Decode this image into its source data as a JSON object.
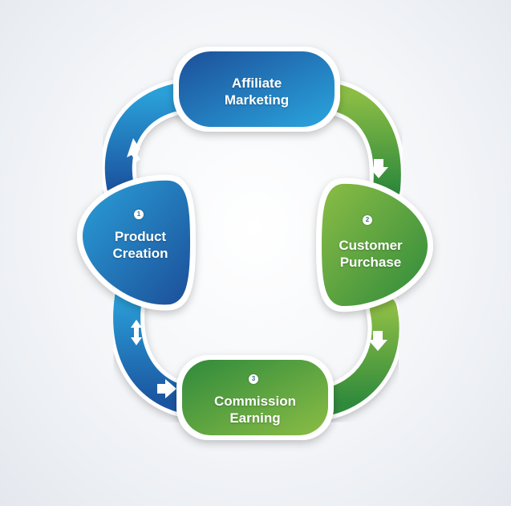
{
  "colors": {
    "blue_light": "#2a9fd8",
    "blue_dark": "#1c4f99",
    "green_light": "#8bbd45",
    "green_dark": "#2f8a3c"
  },
  "nodes": {
    "top": {
      "line1": "Affiliate",
      "line2": "Marketing"
    },
    "left": {
      "step": "1",
      "line1": "Product",
      "line2": "Creation"
    },
    "right": {
      "step": "2",
      "line1": "Customer",
      "line2": "Purchase"
    },
    "bottom": {
      "step": "3",
      "line1": "Commission",
      "line2": "Earning"
    }
  }
}
